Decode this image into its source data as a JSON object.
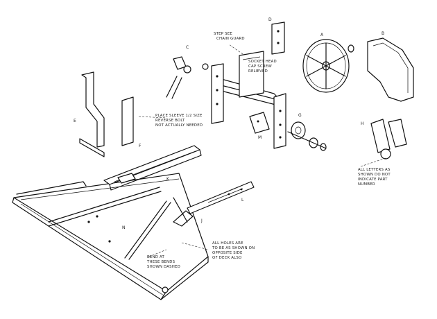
{
  "notes": {
    "top_note": [
      "STEP SEE",
      "CHAIN GUARD"
    ],
    "top_center_note": [
      "SOCKET HEAD",
      "CAP SCREW",
      "RELIEVED"
    ],
    "left_mid_note": [
      "PLACE SLEEVE 1/2 SIZE",
      "REVERSE BOLT",
      "NOT ACTUALLY NEEDED"
    ],
    "right_note": [
      "ALL LETTERS AS",
      "SHOWN DO NOT",
      "INDICATE PART",
      "NUMBER"
    ],
    "bottom_center_note": [
      "ALL HOLES ARE",
      "TO BE AS SHOWN ON",
      "OPPOSITE SIDE",
      "OF DECK ALSO"
    ],
    "bottom_left_note": [
      "BEND AT",
      "THESE BENDS",
      "SHOWN DASHED"
    ]
  },
  "callouts": [
    "A",
    "B",
    "C",
    "D",
    "E",
    "F",
    "G",
    "H",
    "J",
    "K",
    "L",
    "M",
    "N"
  ]
}
